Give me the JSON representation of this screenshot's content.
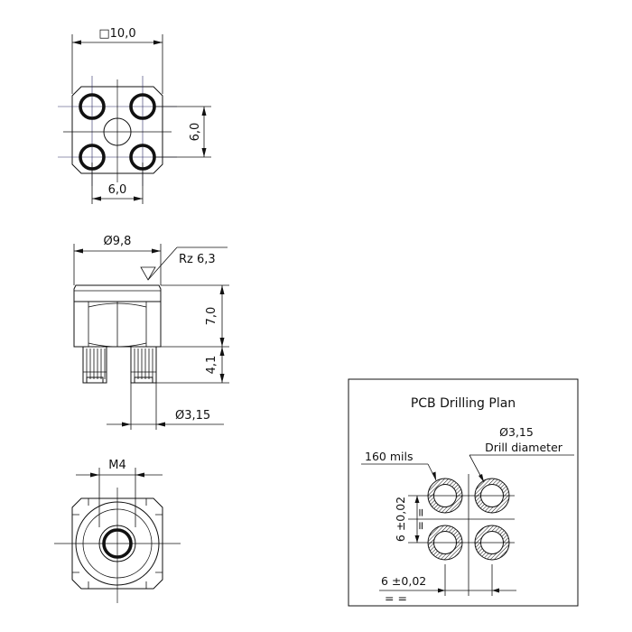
{
  "top_view": {
    "width_dim": "□10,0",
    "vert_dim": "6,0",
    "horiz_dim": "6,0"
  },
  "side_view": {
    "diameter_dim": "Ø9,8",
    "roughness": "Rz 6,3",
    "height_dim": "7,0",
    "pin_length_dim": "4,1",
    "pin_diameter_dim": "Ø3,15"
  },
  "bottom_view": {
    "thread_dim": "M4"
  },
  "pcb_plan": {
    "title": "PCB Drilling Plan",
    "hole_diameter": "Ø3,15",
    "hole_label": "Drill diameter",
    "pitch_label": "160 mils",
    "vert_pitch": "6 ±0,02",
    "horiz_pitch": "6 ±0,02",
    "sym_mark": "= ="
  }
}
